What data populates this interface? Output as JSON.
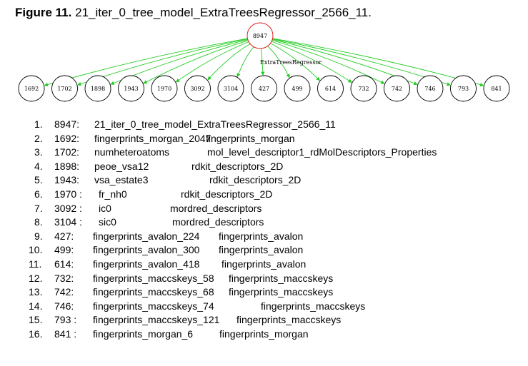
{
  "figure": {
    "label": "Figure 11.",
    "title": "21_iter_0_tree_model_ExtraTreesRegressor_2566_11."
  },
  "tree": {
    "root": "8947",
    "edge_label": "ExtraTreesRegressor",
    "edge_color": "#22cc22",
    "root_color": "#e02020",
    "children": [
      "1692",
      "1702",
      "1898",
      "1943",
      "1970",
      "3092",
      "3104",
      "427",
      "499",
      "614",
      "732",
      "742",
      "746",
      "793",
      "841"
    ]
  },
  "legend": [
    {
      "num": "1.",
      "id": "8947:",
      "feature": "21_iter_0_tree_model_ExtraTreesRegressor_2566_11",
      "group": ""
    },
    {
      "num": "2.",
      "id": "1692:",
      "feature": "fingerprints_morgan_2047",
      "group": "fingerprints_morgan"
    },
    {
      "num": "3.",
      "id": "1702:",
      "feature": "numheteroatoms",
      "group": "mol_level_descriptor1_rdMolDescriptors_Properties"
    },
    {
      "num": "4.",
      "id": "1898:",
      "feature": "peoe_vsa12",
      "group": "rdkit_descriptors_2D"
    },
    {
      "num": "5.",
      "id": "1943:",
      "feature": "vsa_estate3",
      "group": "rdkit_descriptors_2D"
    },
    {
      "num": "6.",
      "id": "1970 :",
      "feature": "fr_nh0",
      "group": "rdkit_descriptors_2D"
    },
    {
      "num": "7.",
      "id": "3092 :",
      "feature": "ic0",
      "group": "mordred_descriptors"
    },
    {
      "num": "8.",
      "id": "3104 :",
      "feature": "sic0",
      "group": "mordred_descriptors"
    },
    {
      "num": "9.",
      "id": "427:",
      "feature": "fingerprints_avalon_224",
      "group": "fingerprints_avalon"
    },
    {
      "num": "10.",
      "id": "499:",
      "feature": "fingerprints_avalon_300",
      "group": "fingerprints_avalon"
    },
    {
      "num": "11.",
      "id": "614:",
      "feature": "fingerprints_avalon_418",
      "group": "fingerprints_avalon"
    },
    {
      "num": "12.",
      "id": "732:",
      "feature": "fingerprints_maccskeys_58",
      "group": "fingerprints_maccskeys"
    },
    {
      "num": "13.",
      "id": "742:",
      "feature": "fingerprints_maccskeys_68",
      "group": "fingerprints_maccskeys"
    },
    {
      "num": "14.",
      "id": "746:",
      "feature": "fingerprints_maccskeys_74",
      "group": "fingerprints_maccskeys"
    },
    {
      "num": "15.",
      "id": "793 :",
      "feature": "fingerprints_maccskeys_121",
      "group": "fingerprints_maccskeys"
    },
    {
      "num": "16.",
      "id": "841 :",
      "feature": "fingerprints_morgan_6",
      "group": "fingerprints_morgan"
    }
  ]
}
